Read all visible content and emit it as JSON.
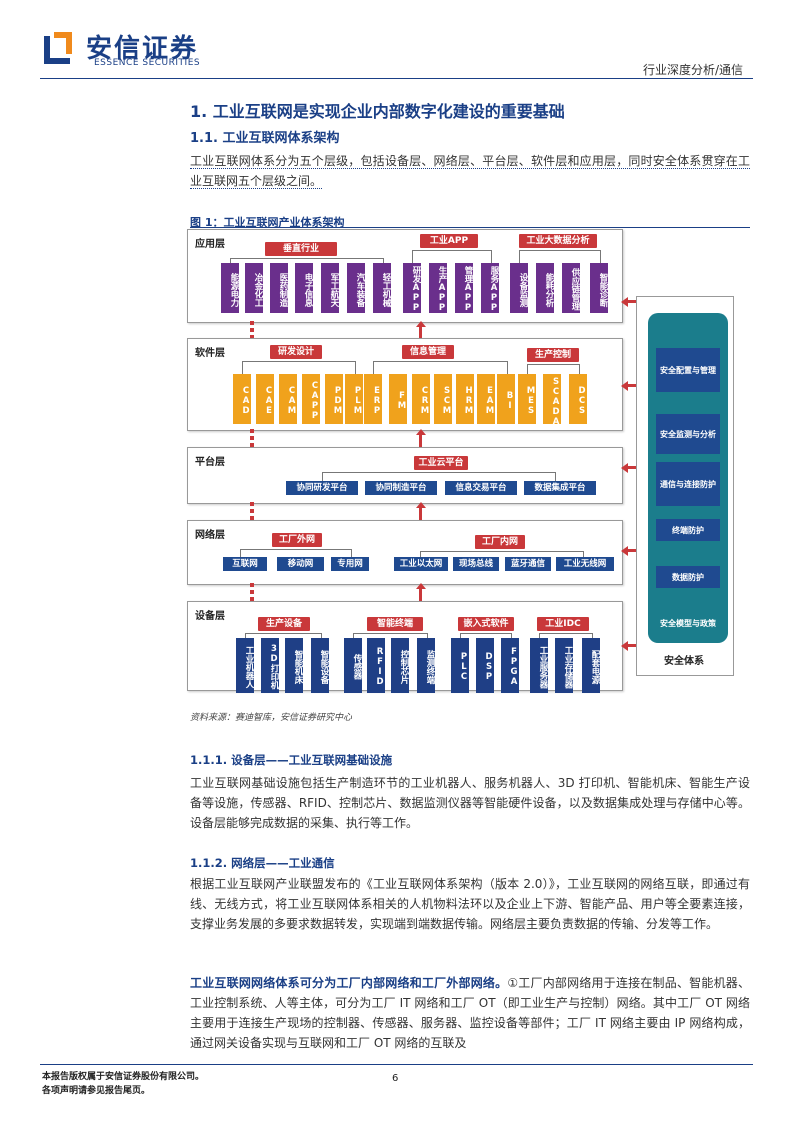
{
  "header": {
    "logo_cn": "安信证券",
    "logo_en": "ESSENCE SECURITIES",
    "category": "行业深度分析/通信"
  },
  "section": {
    "h1": "1. 工业互联网是实现企业内部数字化建设的重要基础",
    "h2": "1.1. 工业互联网体系架构",
    "intro": "工业互联网体系分为五个层级，包括设备层、网络层、平台层、软件层和应用层，同时安全体系贯穿在工业互联网五个层级之间。"
  },
  "figure": {
    "title": "图 1：工业互联网产业体系架构",
    "source": "资料来源：赛迪智库，安信证券研究中心",
    "layers": {
      "app": {
        "title": "应用层",
        "groups": [
          {
            "name": "垂直行业",
            "items": [
              "能源电力",
              "冶金化工",
              "医药制造",
              "电子信息",
              "军工航天",
              "汽车装备",
              "轻工机械"
            ]
          },
          {
            "name": "工业APP",
            "items": [
              "研发APP",
              "生产APP",
              "管理APP",
              "服务APP"
            ]
          },
          {
            "name": "工业大数据分析",
            "items": [
              "设备监测",
              "能耗分析",
              "供应链管理",
              "智能诊断"
            ]
          }
        ]
      },
      "software": {
        "title": "软件层",
        "groups": [
          {
            "name": "研发设计",
            "items": [
              "CAD",
              "CAE",
              "CAM",
              "CAPP",
              "PDM",
              "PLM"
            ]
          },
          {
            "name": "信息管理",
            "items": [
              "ERP",
              "FM",
              "CRM",
              "SCM",
              "HRM",
              "EAM",
              "BI"
            ]
          },
          {
            "name": "生产控制",
            "items": [
              "MES",
              "SCADA",
              "DCS"
            ]
          }
        ]
      },
      "platform": {
        "title": "平台层",
        "group": "工业云平台",
        "items": [
          "协同研发平台",
          "协同制造平台",
          "信息交易平台",
          "数据集成平台"
        ]
      },
      "network": {
        "title": "网络层",
        "groups": [
          {
            "name": "工厂外网",
            "items": [
              "互联网",
              "移动网",
              "专用网"
            ]
          },
          {
            "name": "工厂内网",
            "items": [
              "工业以太网",
              "现场总线",
              "蓝牙通信",
              "工业无线网"
            ]
          }
        ]
      },
      "device": {
        "title": "设备层",
        "groups": [
          {
            "name": "生产设备",
            "items": [
              "工业机器人",
              "3D打印机",
              "智能机床",
              "智能设备"
            ]
          },
          {
            "name": "智能终端",
            "items": [
              "传感器",
              "RFID",
              "控制芯片",
              "监测终端"
            ]
          },
          {
            "name": "嵌入式软件",
            "items": [
              "PLC",
              "DSP",
              "FPGA"
            ]
          },
          {
            "name": "工业IDC",
            "items": [
              "工业服务器",
              "工业存储器",
              "配套电源"
            ]
          }
        ]
      }
    },
    "security": {
      "label": "安全体系",
      "items": [
        "安全配置与管理",
        "安全监测与分析",
        "通信与连接防护",
        "终端防护",
        "数据防护",
        "安全模型与政策"
      ]
    }
  },
  "sub1": {
    "title": "1.1.1. 设备层——工业互联网基础设施",
    "text": "工业互联网基础设施包括生产制造环节的工业机器人、服务机器人、3D 打印机、智能机床、智能生产设备等设施，传感器、RFID、控制芯片、数据监测仪器等智能硬件设备，以及数据集成处理与存储中心等。设备层能够完成数据的采集、执行等工作。"
  },
  "sub2": {
    "title": "1.1.2. 网络层——工业通信",
    "text": "根据工业互联网产业联盟发布的《工业互联网体系架构（版本 2.0）》，工业互联网的网络互联，即通过有线、无线方式，将工业互联网体系相关的人机物料法环以及企业上下游、智能产品、用户等全要素连接，支撑业务发展的多要求数据转发，实现端到端数据传输。网络层主要负责数据的传输、分发等工作。",
    "lead": "工业互联网网络体系可分为工厂内部网络和工厂外部网络。",
    "text2": "①工厂内部网络用于连接在制品、智能机器、工业控制系统、人等主体，可分为工厂 IT 网络和工厂 OT（即工业生产与控制）网络。其中工厂 OT 网络主要用于连接生产现场的控制器、传感器、服务器、监控设备等部件；工厂 IT 网络主要由 IP 网络构成，通过网关设备实现与互联网和工厂 OT 网络的互联及"
  },
  "footer": {
    "line1": "本报告版权属于安信证券股份有限公司。",
    "line2": "各项声明请参见报告尾页。",
    "page": "6"
  },
  "colors": {
    "brand": "#1a3f86",
    "red": "#c9383a",
    "purple": "#6a2f8c",
    "orange": "#f0a21c",
    "navy": "#1f3f86",
    "teal": "#1b7d8c"
  }
}
